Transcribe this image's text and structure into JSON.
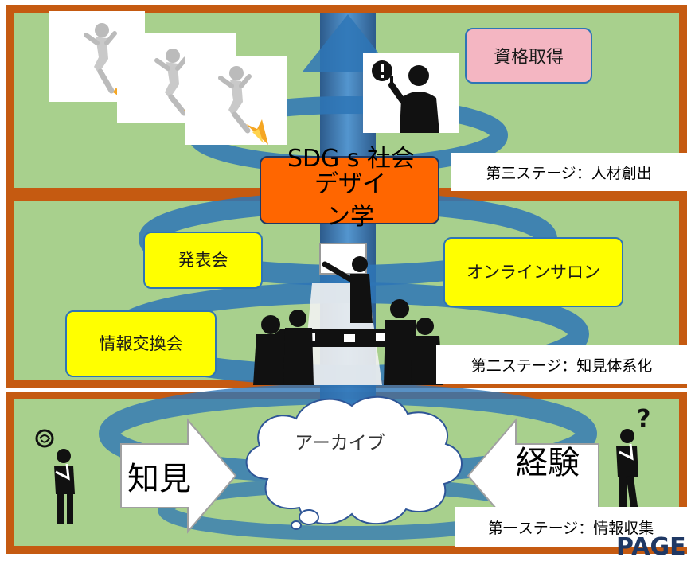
{
  "stage3": {
    "label": "第三ステージ：人材創出",
    "badge": "資格取得"
  },
  "stage2": {
    "label": "第二ステージ：知見体系化",
    "event1": "発表会",
    "event2": "情報交換会",
    "event3": "オンラインサロン"
  },
  "stage1": {
    "label": "第一ステージ：情報収集",
    "arrow_left": "知見",
    "arrow_right": "経験",
    "cloud": "アーカイブ"
  },
  "center": {
    "title_top": "SDG s 社会",
    "title_box": "デザイン学"
  },
  "corner_text": "PAGE",
  "colors": {
    "frame": "#c55a11",
    "panel": "#a8d08d",
    "spiral": "#2e75b6",
    "orange_box": "#ff6600",
    "yellow_box": "#ffff00",
    "pink_box": "#f4b6c2"
  }
}
